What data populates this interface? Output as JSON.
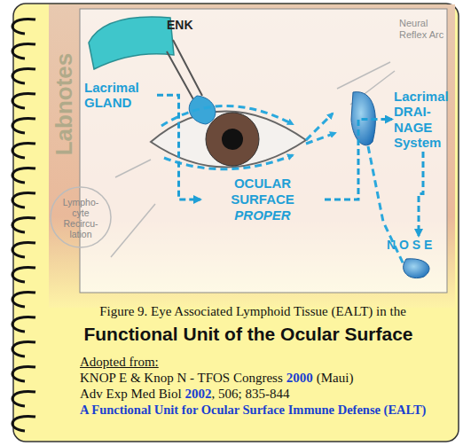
{
  "diagram": {
    "title": "Functional Unit of the Ocular Surface",
    "caption": "Figure 9. Eye Associated Lymphoid Tissue (EALT) in the",
    "nodes": [
      {
        "text": [
          "Lacrimal GLAND"
        ]
      },
      {
        "text": [
          "OCULAR SURFACE",
          "PROPER"
        ]
      },
      {
        "text": [
          "Lacrimal DRAI-NAGE System"
        ]
      },
      {
        "text": [
          "N O S E"
        ]
      }
    ],
    "edges": [
      {
        "from": 0,
        "to": 1,
        "arrow": "to"
      },
      {
        "from": 1,
        "to": 2,
        "arrow": "to"
      },
      {
        "from": 2,
        "to": 3,
        "arrow": "to"
      }
    ],
    "labels": [
      "ENK",
      "Neural Reflex Arc",
      "Lympho-cyte Recircu-lation",
      "Labnotes",
      "Adopted from:",
      "KNOP E & Knop N - TFOS Congress",
      "2000",
      "(Maui)",
      "Adv Exp Med Biol",
      "2002",
      ", 506; 835-844",
      "A Functional Unit for Ocular Surface Immune Defense (EALT)"
    ]
  }
}
